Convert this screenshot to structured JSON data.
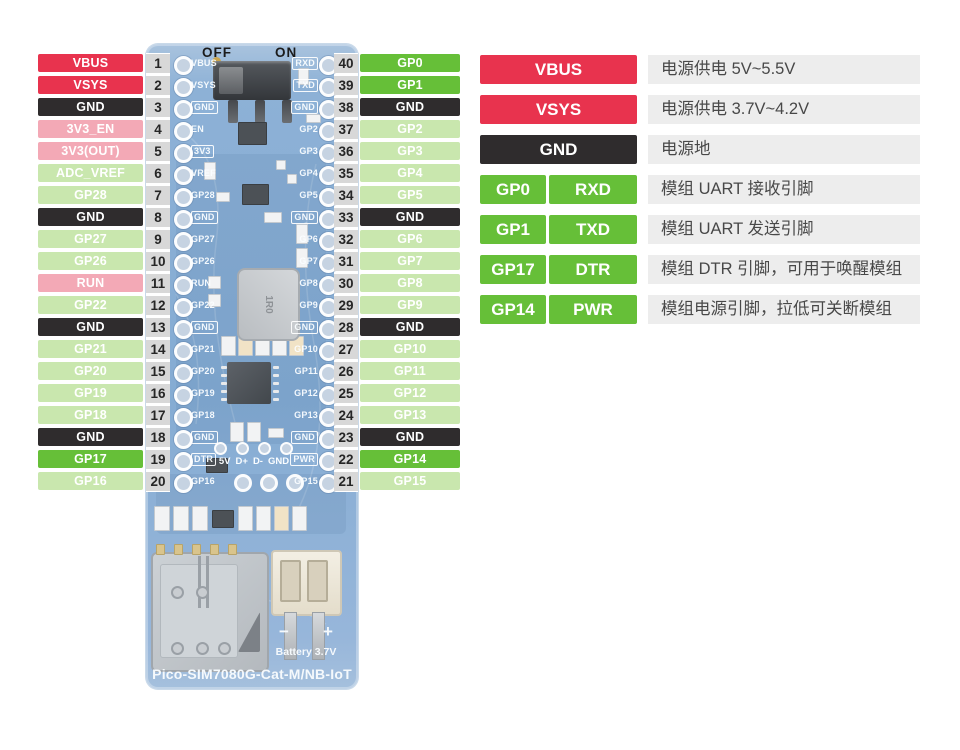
{
  "colors": {
    "red": "#e8334e",
    "pink": "#f3a9b6",
    "lightgreen": "#c9e7ae",
    "green": "#66bf38",
    "black": "#2f2c2d",
    "board_blue": "#85acd3",
    "num_bg": "#d8d8d8",
    "desc_bg": "#ededed"
  },
  "board": {
    "switch_off": "OFF",
    "switch_on": "ON",
    "inductor_marking": "1R0",
    "testpoints": [
      "5V",
      "D+",
      "D-",
      "GND"
    ],
    "battery_minus": "−",
    "battery_plus": "+",
    "battery_label": "Battery 3.7V",
    "title": "Pico-SIM7080G-Cat-M/NB-IoT"
  },
  "pins_left": [
    {
      "num": "1",
      "label": "VBUS",
      "type": "red",
      "silk": "VBUS",
      "boxed": false
    },
    {
      "num": "2",
      "label": "VSYS",
      "type": "red",
      "silk": "VSYS",
      "boxed": false
    },
    {
      "num": "3",
      "label": "GND",
      "type": "black",
      "silk": "GND",
      "boxed": true
    },
    {
      "num": "4",
      "label": "3V3_EN",
      "type": "pink",
      "silk": "EN",
      "boxed": false
    },
    {
      "num": "5",
      "label": "3V3(OUT)",
      "type": "pink",
      "silk": "3V3",
      "boxed": true
    },
    {
      "num": "6",
      "label": "ADC_VREF",
      "type": "lightgreen",
      "silk": "VREF",
      "boxed": false
    },
    {
      "num": "7",
      "label": "GP28",
      "type": "lightgreen",
      "silk": "GP28",
      "boxed": false
    },
    {
      "num": "8",
      "label": "GND",
      "type": "black",
      "silk": "GND",
      "boxed": true
    },
    {
      "num": "9",
      "label": "GP27",
      "type": "lightgreen",
      "silk": "GP27",
      "boxed": false
    },
    {
      "num": "10",
      "label": "GP26",
      "type": "lightgreen",
      "silk": "GP26",
      "boxed": false
    },
    {
      "num": "11",
      "label": "RUN",
      "type": "pink",
      "silk": "RUN",
      "boxed": false
    },
    {
      "num": "12",
      "label": "GP22",
      "type": "lightgreen",
      "silk": "GP22",
      "boxed": false
    },
    {
      "num": "13",
      "label": "GND",
      "type": "black",
      "silk": "GND",
      "boxed": true
    },
    {
      "num": "14",
      "label": "GP21",
      "type": "lightgreen",
      "silk": "GP21",
      "boxed": false
    },
    {
      "num": "15",
      "label": "GP20",
      "type": "lightgreen",
      "silk": "GP20",
      "boxed": false
    },
    {
      "num": "16",
      "label": "GP19",
      "type": "lightgreen",
      "silk": "GP19",
      "boxed": false
    },
    {
      "num": "17",
      "label": "GP18",
      "type": "lightgreen",
      "silk": "GP18",
      "boxed": false
    },
    {
      "num": "18",
      "label": "GND",
      "type": "black",
      "silk": "GND",
      "boxed": true
    },
    {
      "num": "19",
      "label": "GP17",
      "type": "green",
      "silk": "DTR",
      "boxed": true
    },
    {
      "num": "20",
      "label": "GP16",
      "type": "lightgreen",
      "silk": "GP16",
      "boxed": false
    }
  ],
  "pins_right": [
    {
      "num": "40",
      "label": "GP0",
      "type": "green",
      "silk": "RXD",
      "boxed": true
    },
    {
      "num": "39",
      "label": "GP1",
      "type": "green",
      "silk": "TXD",
      "boxed": true
    },
    {
      "num": "38",
      "label": "GND",
      "type": "black",
      "silk": "GND",
      "boxed": true
    },
    {
      "num": "37",
      "label": "GP2",
      "type": "lightgreen",
      "silk": "GP2",
      "boxed": false
    },
    {
      "num": "36",
      "label": "GP3",
      "type": "lightgreen",
      "silk": "GP3",
      "boxed": false
    },
    {
      "num": "35",
      "label": "GP4",
      "type": "lightgreen",
      "silk": "GP4",
      "boxed": false
    },
    {
      "num": "34",
      "label": "GP5",
      "type": "lightgreen",
      "silk": "GP5",
      "boxed": false
    },
    {
      "num": "33",
      "label": "GND",
      "type": "black",
      "silk": "GND",
      "boxed": true
    },
    {
      "num": "32",
      "label": "GP6",
      "type": "lightgreen",
      "silk": "GP6",
      "boxed": false
    },
    {
      "num": "31",
      "label": "GP7",
      "type": "lightgreen",
      "silk": "GP7",
      "boxed": false
    },
    {
      "num": "30",
      "label": "GP8",
      "type": "lightgreen",
      "silk": "GP8",
      "boxed": false
    },
    {
      "num": "29",
      "label": "GP9",
      "type": "lightgreen",
      "silk": "GP9",
      "boxed": false
    },
    {
      "num": "28",
      "label": "GND",
      "type": "black",
      "silk": "GND",
      "boxed": true
    },
    {
      "num": "27",
      "label": "GP10",
      "type": "lightgreen",
      "silk": "GP10",
      "boxed": false
    },
    {
      "num": "26",
      "label": "GP11",
      "type": "lightgreen",
      "silk": "GP11",
      "boxed": false
    },
    {
      "num": "25",
      "label": "GP12",
      "type": "lightgreen",
      "silk": "GP12",
      "boxed": false
    },
    {
      "num": "24",
      "label": "GP13",
      "type": "lightgreen",
      "silk": "GP13",
      "boxed": false
    },
    {
      "num": "23",
      "label": "GND",
      "type": "black",
      "silk": "GND",
      "boxed": true
    },
    {
      "num": "22",
      "label": "GP14",
      "type": "green",
      "silk": "PWR",
      "boxed": true
    },
    {
      "num": "21",
      "label": "GP15",
      "type": "lightgreen",
      "silk": "GP15",
      "boxed": false
    }
  ],
  "legend": [
    {
      "badges": [
        {
          "text": "VBUS",
          "type": "red"
        }
      ],
      "desc": "电源供电 5V~5.5V"
    },
    {
      "badges": [
        {
          "text": "VSYS",
          "type": "red"
        }
      ],
      "desc": "电源供电 3.7V~4.2V"
    },
    {
      "badges": [
        {
          "text": "GND",
          "type": "black"
        }
      ],
      "desc": "电源地"
    },
    {
      "badges": [
        {
          "text": "GP0",
          "type": "green"
        },
        {
          "text": "RXD",
          "type": "green"
        }
      ],
      "desc": "模组 UART 接收引脚"
    },
    {
      "badges": [
        {
          "text": "GP1",
          "type": "green"
        },
        {
          "text": "TXD",
          "type": "green"
        }
      ],
      "desc": "模组 UART 发送引脚"
    },
    {
      "badges": [
        {
          "text": "GP17",
          "type": "green"
        },
        {
          "text": "DTR",
          "type": "green"
        }
      ],
      "desc": "模组 DTR 引脚，可用于唤醒模组"
    },
    {
      "badges": [
        {
          "text": "GP14",
          "type": "green"
        },
        {
          "text": "PWR",
          "type": "green"
        }
      ],
      "desc": "模组电源引脚，拉低可关断模组"
    }
  ]
}
